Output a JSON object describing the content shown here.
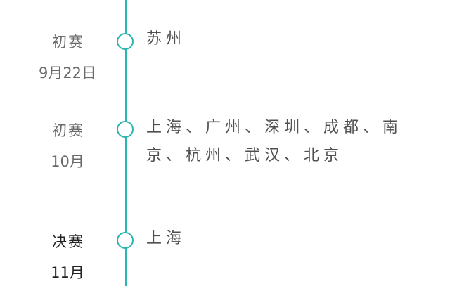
{
  "timeline": {
    "line_color": "#2bb5b0",
    "events": [
      {
        "stage": "初赛",
        "date": "9月22日",
        "cities": "苏州"
      },
      {
        "stage": "初赛",
        "date": "10月",
        "cities": "上海、广州、深圳、成都、南京、杭州、武汉、北京"
      },
      {
        "stage": "决赛",
        "date": "11月",
        "cities": "上海"
      }
    ]
  }
}
